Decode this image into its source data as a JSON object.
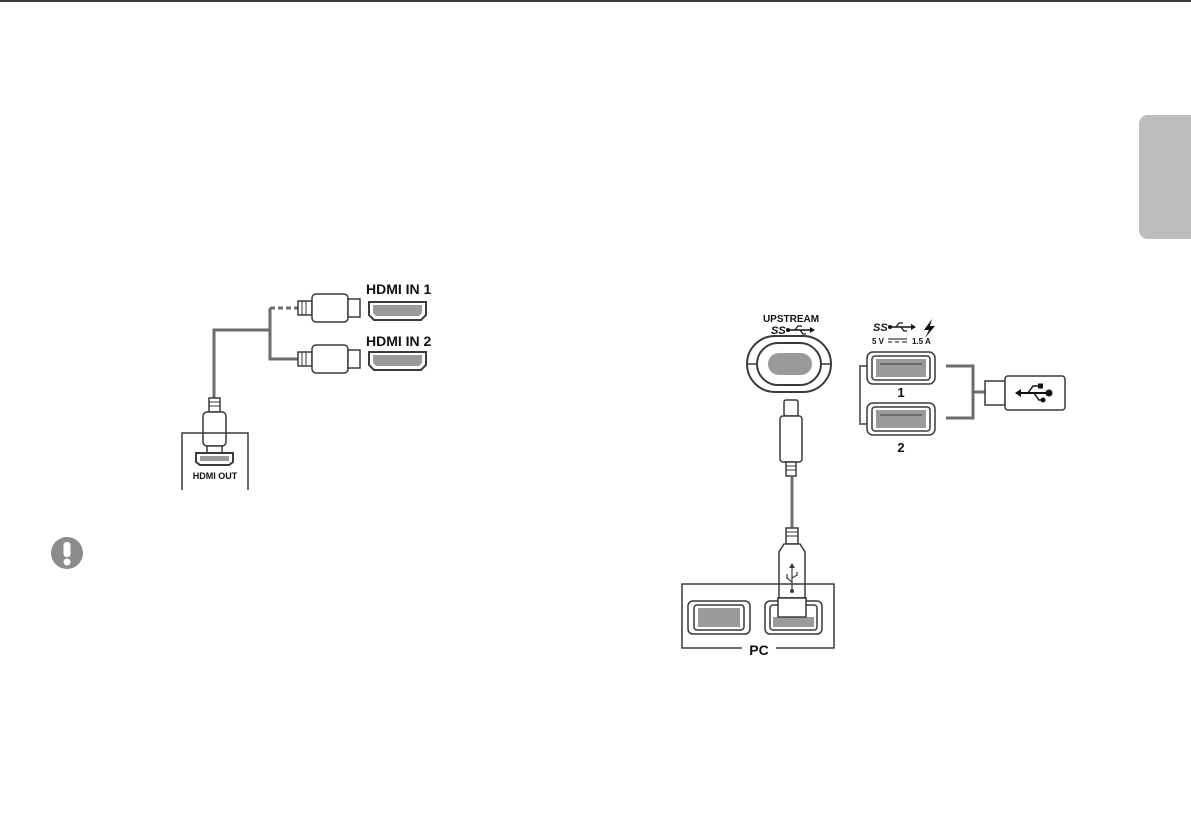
{
  "colors": {
    "cable": "#6d6d6d",
    "port_fill": "#9a9a9a",
    "outline": "#3a3a3a",
    "page_rule": "#3a3a3a",
    "side_tab": "#bdbdbd",
    "note_icon": "#8c8c8c"
  },
  "hdmi": {
    "port1_label": "HDMI IN 1",
    "port2_label": "HDMI IN 2",
    "source_label": "HDMI OUT"
  },
  "usb": {
    "upstream_label": "UPSTREAM",
    "upstream_logo": "SS",
    "downstream_logo": "SS",
    "rating_voltage": "5 V",
    "rating_current": "1.5 A",
    "port1_number": "1",
    "port2_number": "2",
    "pc_label": "PC"
  },
  "note": {
    "icon": "exclamation-icon"
  }
}
